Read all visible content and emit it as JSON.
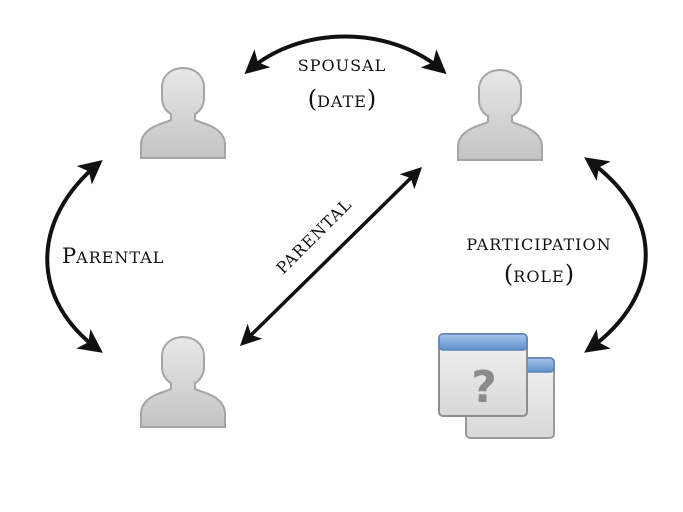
{
  "nodes": {
    "person_top_left": {
      "icon": "person-icon"
    },
    "person_top_right": {
      "icon": "person-icon"
    },
    "person_bottom_left": {
      "icon": "person-icon"
    },
    "unknown_entity": {
      "icon": "unknown-window-icon",
      "glyph": "?"
    }
  },
  "edges": {
    "spousal": {
      "line1": "SPOUSAL",
      "line2_open": "(",
      "line2_text": "DATE",
      "line2_close": ")"
    },
    "parental_left": {
      "first": "P",
      "rest": "ARENTAL"
    },
    "parental_diagonal": {
      "text": "PARENTAL"
    },
    "participation": {
      "line1": "PARTICIPATION",
      "line2_open": "(",
      "line2_text": "ROLE",
      "line2_close": ")"
    }
  },
  "colors": {
    "arrow": "#111111",
    "person_fill": "#d4d4d4",
    "person_stroke": "#a9a9a9",
    "window_titlebar": "#7aa3d6",
    "window_body": "#e6e6e6",
    "question_mark": "#8a8a8a"
  }
}
